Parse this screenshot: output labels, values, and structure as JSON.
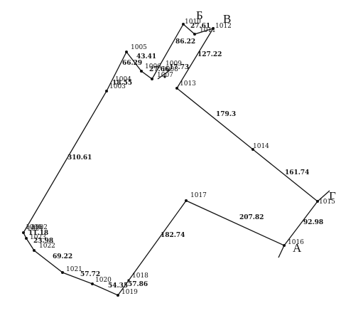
{
  "points": [
    {
      "id": "1003",
      "label": "1003"
    },
    {
      "id": "1004",
      "label": "1004"
    },
    {
      "id": "1005",
      "label": "1005"
    },
    {
      "id": "1006",
      "label": "1006"
    },
    {
      "id": "1007",
      "label": "1007"
    },
    {
      "id": "1008",
      "label": "1008"
    },
    {
      "id": "1009",
      "label": "1009"
    },
    {
      "id": "1010",
      "label": "1010"
    },
    {
      "id": "1011",
      "label": "1011"
    },
    {
      "id": "1012",
      "label": "1012"
    },
    {
      "id": "1013",
      "label": "1013"
    },
    {
      "id": "1014",
      "label": "1014"
    },
    {
      "id": "1015",
      "label": "1015"
    },
    {
      "id": "1016",
      "label": "1016"
    },
    {
      "id": "1017",
      "label": "1017"
    },
    {
      "id": "1018",
      "label": "1018"
    },
    {
      "id": "1019",
      "label": "1019"
    },
    {
      "id": "1020",
      "label": "1020"
    },
    {
      "id": "1021",
      "label": "1021"
    },
    {
      "id": "1022",
      "label": "1022"
    },
    {
      "id": "1023",
      "label": "1023"
    },
    {
      "id": "1024",
      "label": "1024"
    },
    {
      "id": "1001",
      "label": "1001"
    },
    {
      "id": "1002",
      "label": "1002"
    }
  ],
  "segment_lengths": [
    "43.41",
    "66.29",
    "18.55",
    "310.61",
    "27.61",
    "86.22",
    "127.22",
    "179.3",
    "161.74",
    "92.98",
    "207.82",
    "182.74",
    "57.86",
    "54.35",
    "57.72",
    "69.22",
    "23.98",
    "11.18",
    "17.73",
    "27.66"
  ],
  "corner_letters": {
    "b": "Б",
    "v": "В",
    "g": "Г",
    "a": "А"
  }
}
